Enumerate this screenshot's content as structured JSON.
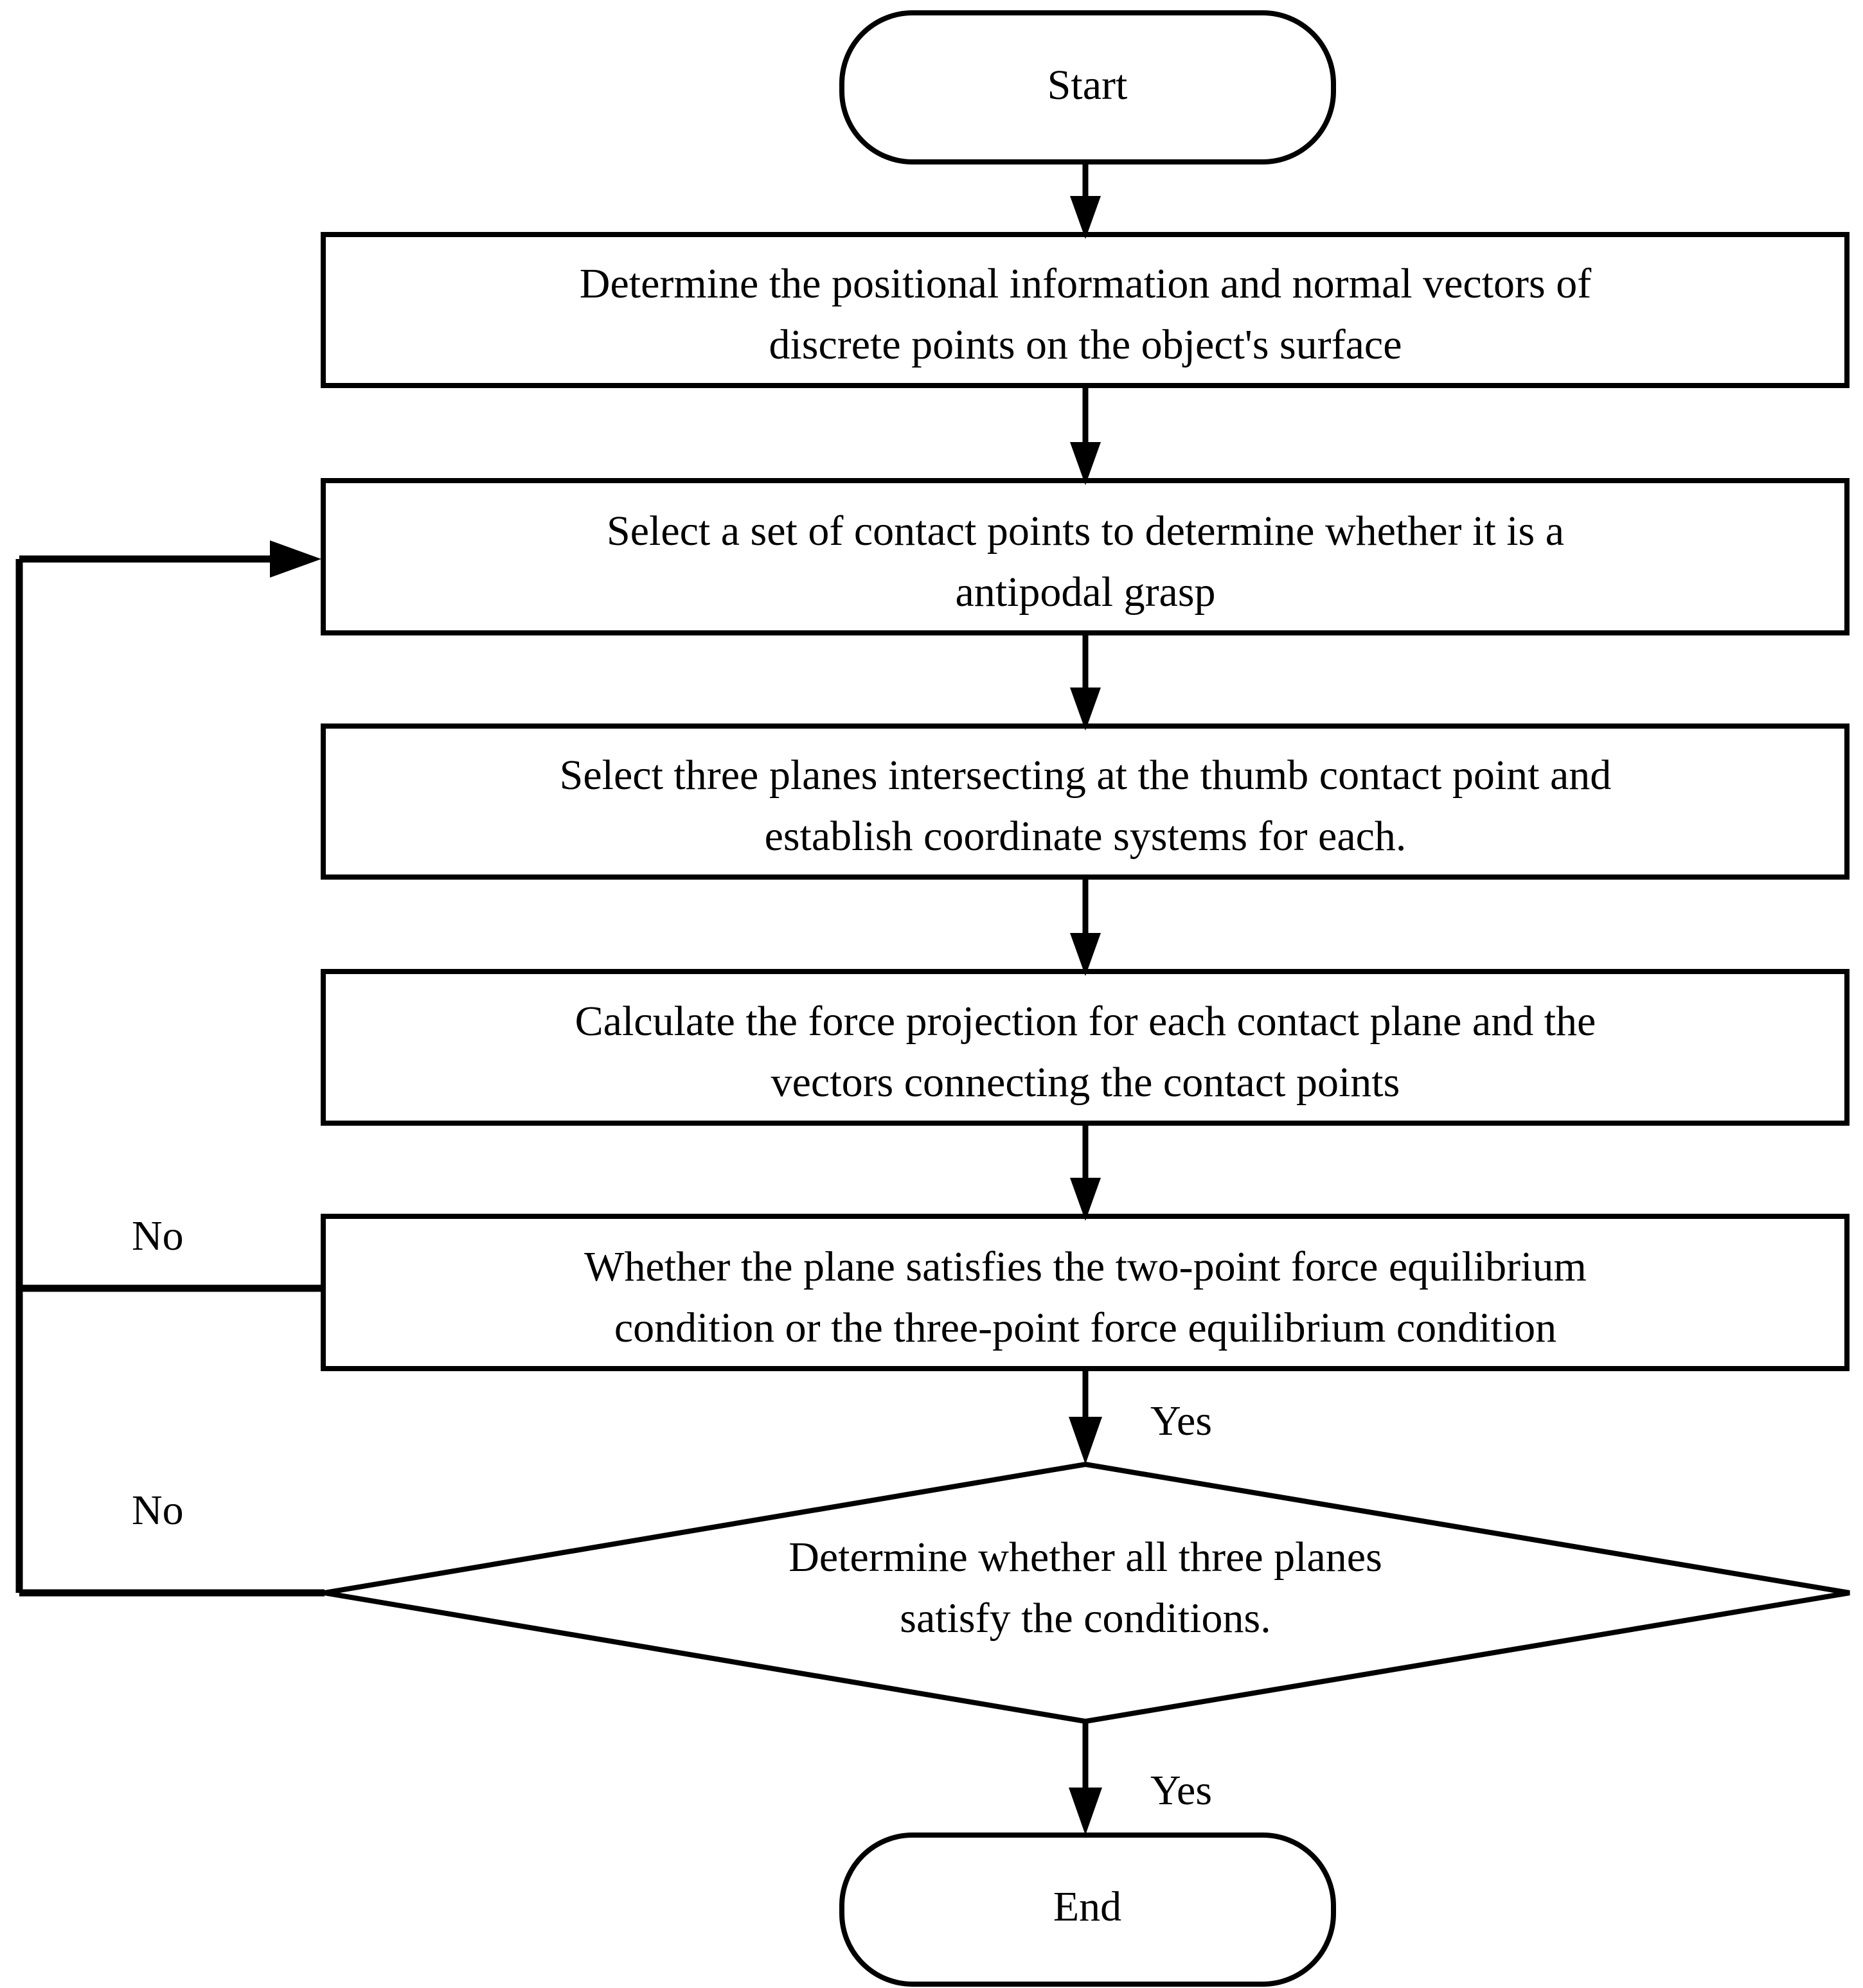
{
  "diagram": {
    "type": "flowchart",
    "title": "",
    "orientation": "top-to-bottom",
    "background_color": "#ffffff",
    "line_color": "#000000",
    "text_color": "#000000",
    "nodes": [
      {
        "id": "start",
        "shape": "terminator",
        "label": "Start"
      },
      {
        "id": "step1",
        "shape": "process",
        "label_line1": "Determine the positional information and normal vectors of",
        "label_line2": "discrete points on the object's surface"
      },
      {
        "id": "step2",
        "shape": "process",
        "label_line1": "Select a set of contact points to determine whether it is a",
        "label_line2": "antipodal grasp"
      },
      {
        "id": "step3",
        "shape": "process",
        "label_line1": "Select three planes intersecting at the thumb contact point and",
        "label_line2": "establish coordinate systems for each."
      },
      {
        "id": "step4",
        "shape": "process",
        "label_line1": "Calculate the force projection for each contact plane and the",
        "label_line2": "vectors connecting the contact points"
      },
      {
        "id": "decision1",
        "shape": "process",
        "label_line1": "Whether the plane satisfies the two-point force equilibrium",
        "label_line2": "condition or the three-point force equilibrium condition"
      },
      {
        "id": "decision2",
        "shape": "diamond",
        "label_line1": "Determine whether all three planes",
        "label_line2": "satisfy the conditions."
      },
      {
        "id": "end",
        "shape": "terminator",
        "label": "End"
      }
    ],
    "edge_labels": {
      "decision1_no": "No",
      "decision1_yes": "Yes",
      "decision2_no": "No",
      "decision2_yes": "Yes"
    }
  }
}
